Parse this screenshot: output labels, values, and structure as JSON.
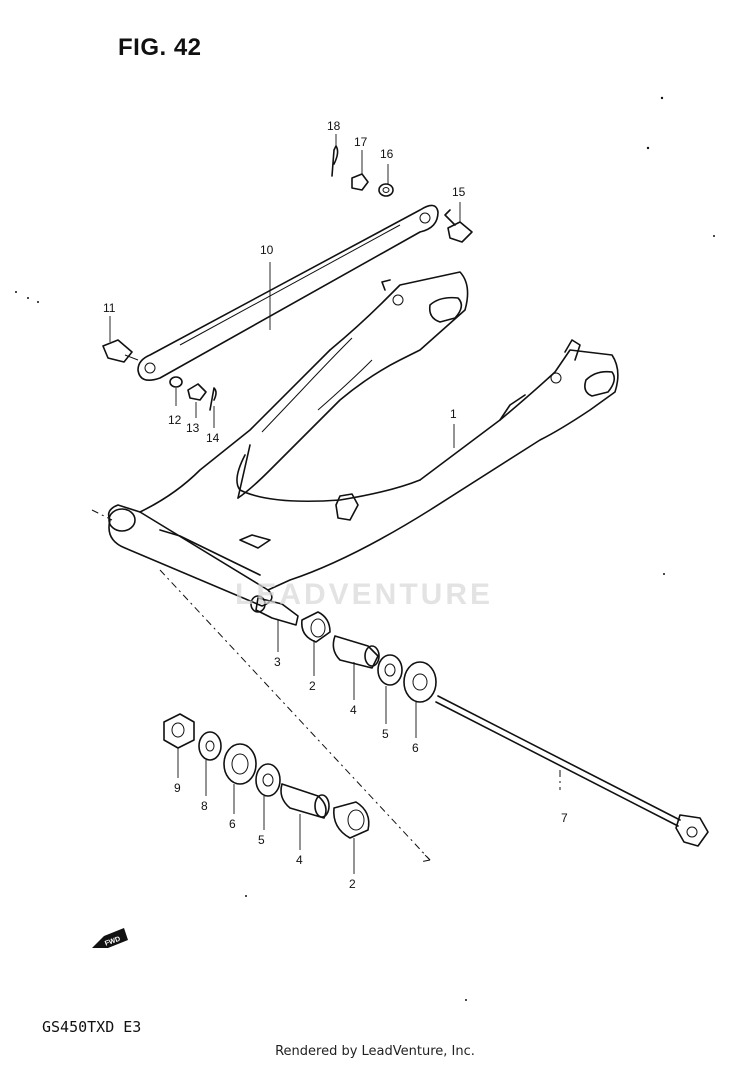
{
  "figure": {
    "title": "FIG. 42",
    "model_code": "GS450TXD  E3",
    "rendered_by": "Rendered by LeadVenture, Inc.",
    "watermark": "LEADVENTURE",
    "fwd_label": "FWD"
  },
  "callouts": {
    "c1": "1",
    "c2a": "2",
    "c2b": "2",
    "c3": "3",
    "c4a": "4",
    "c4b": "4",
    "c5a": "5",
    "c5b": "5",
    "c6a": "6",
    "c6b": "6",
    "c7": "7",
    "c8": "8",
    "c9": "9",
    "c10": "10",
    "c11": "11",
    "c12": "12",
    "c13": "13",
    "c14": "14",
    "c15": "15",
    "c16": "16",
    "c17": "17",
    "c18": "18"
  }
}
